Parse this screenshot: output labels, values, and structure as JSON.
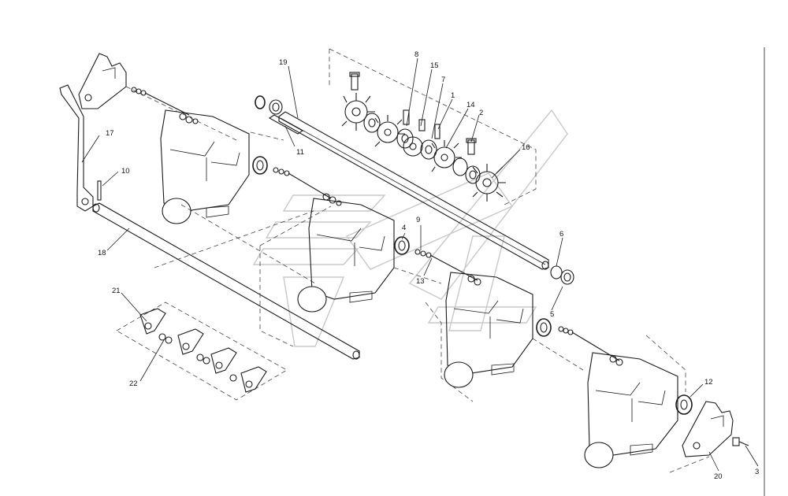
{
  "part_labels": [
    {
      "id": "p1",
      "text": "1"
    },
    {
      "id": "p2",
      "text": "2"
    },
    {
      "id": "p3",
      "text": "3"
    },
    {
      "id": "p4",
      "text": "4"
    },
    {
      "id": "p5",
      "text": "5"
    },
    {
      "id": "p6",
      "text": "6"
    },
    {
      "id": "p7",
      "text": "7"
    },
    {
      "id": "p8",
      "text": "8"
    },
    {
      "id": "p9",
      "text": "9"
    },
    {
      "id": "p10",
      "text": "10"
    },
    {
      "id": "p11",
      "text": "11"
    },
    {
      "id": "p12",
      "text": "12"
    },
    {
      "id": "p13",
      "text": "13"
    },
    {
      "id": "p14",
      "text": "14"
    },
    {
      "id": "p15",
      "text": "15"
    },
    {
      "id": "p16",
      "text": "16"
    },
    {
      "id": "p17",
      "text": "17"
    },
    {
      "id": "p18",
      "text": "18"
    },
    {
      "id": "p19",
      "text": "19"
    },
    {
      "id": "p20",
      "text": "20"
    },
    {
      "id": "p21",
      "text": "21"
    },
    {
      "id": "p22",
      "text": "22"
    }
  ],
  "colors": {
    "line": "#1a1a1a",
    "watermark": "#c8c8c8",
    "background": "#ffffff"
  }
}
